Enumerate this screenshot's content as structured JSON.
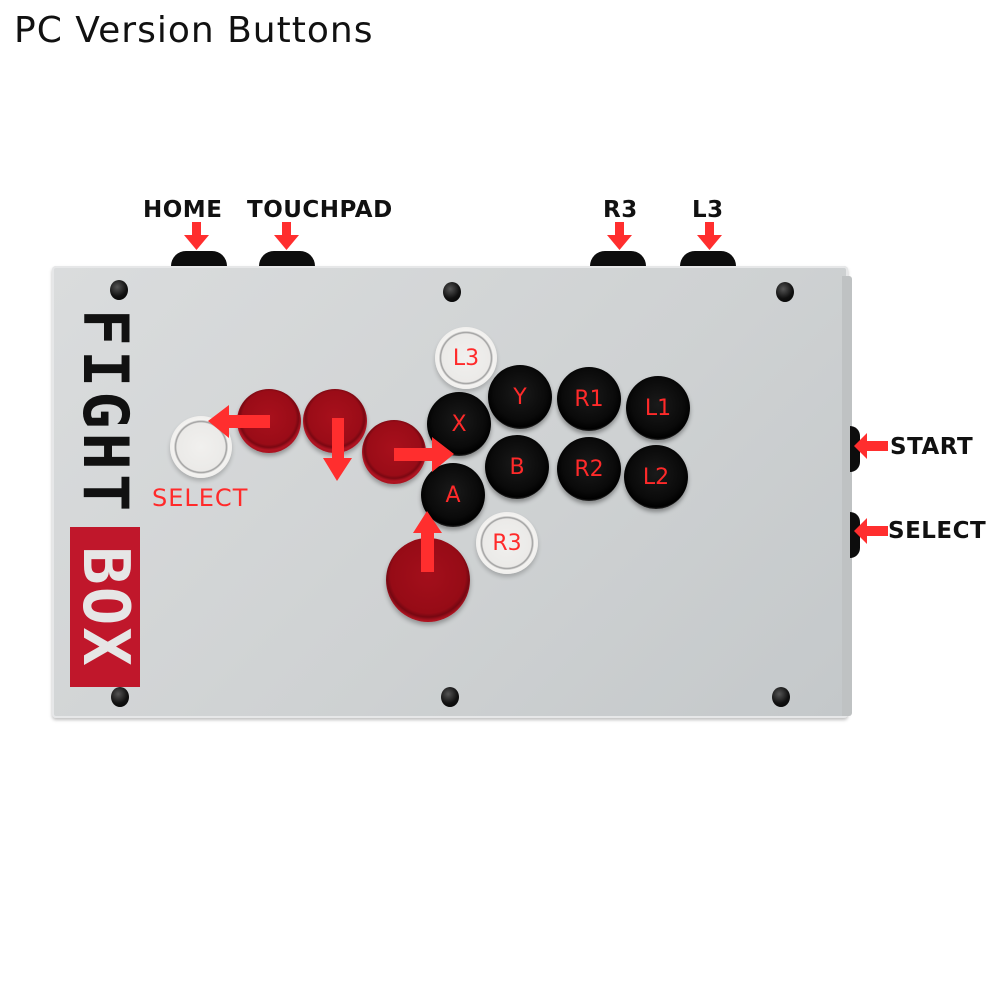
{
  "title": "PC Version Buttons",
  "top_labels": {
    "home": "HOME",
    "touchpad": "TOUCHPAD",
    "r3": "R3",
    "l3": "L3"
  },
  "side_labels": {
    "start": "START",
    "select": "SELECT"
  },
  "logo": {
    "fight": "FIGHT",
    "box": "BOX",
    "box_color": "#c0172b"
  },
  "face_buttons": {
    "select_label": "SELECT",
    "l3": "L3",
    "r3": "R3",
    "x": "X",
    "y": "Y",
    "r1": "R1",
    "l1": "L1",
    "a": "A",
    "b": "B",
    "r2": "R2",
    "l2": "L2"
  },
  "colors": {
    "label_red": "#ff2a2a",
    "arrow_red": "#ff2e2e",
    "button_red": "#9a0c17",
    "button_black": "#0a0a0a",
    "button_white": "#efeeec",
    "panel": "#d3d5d6"
  }
}
